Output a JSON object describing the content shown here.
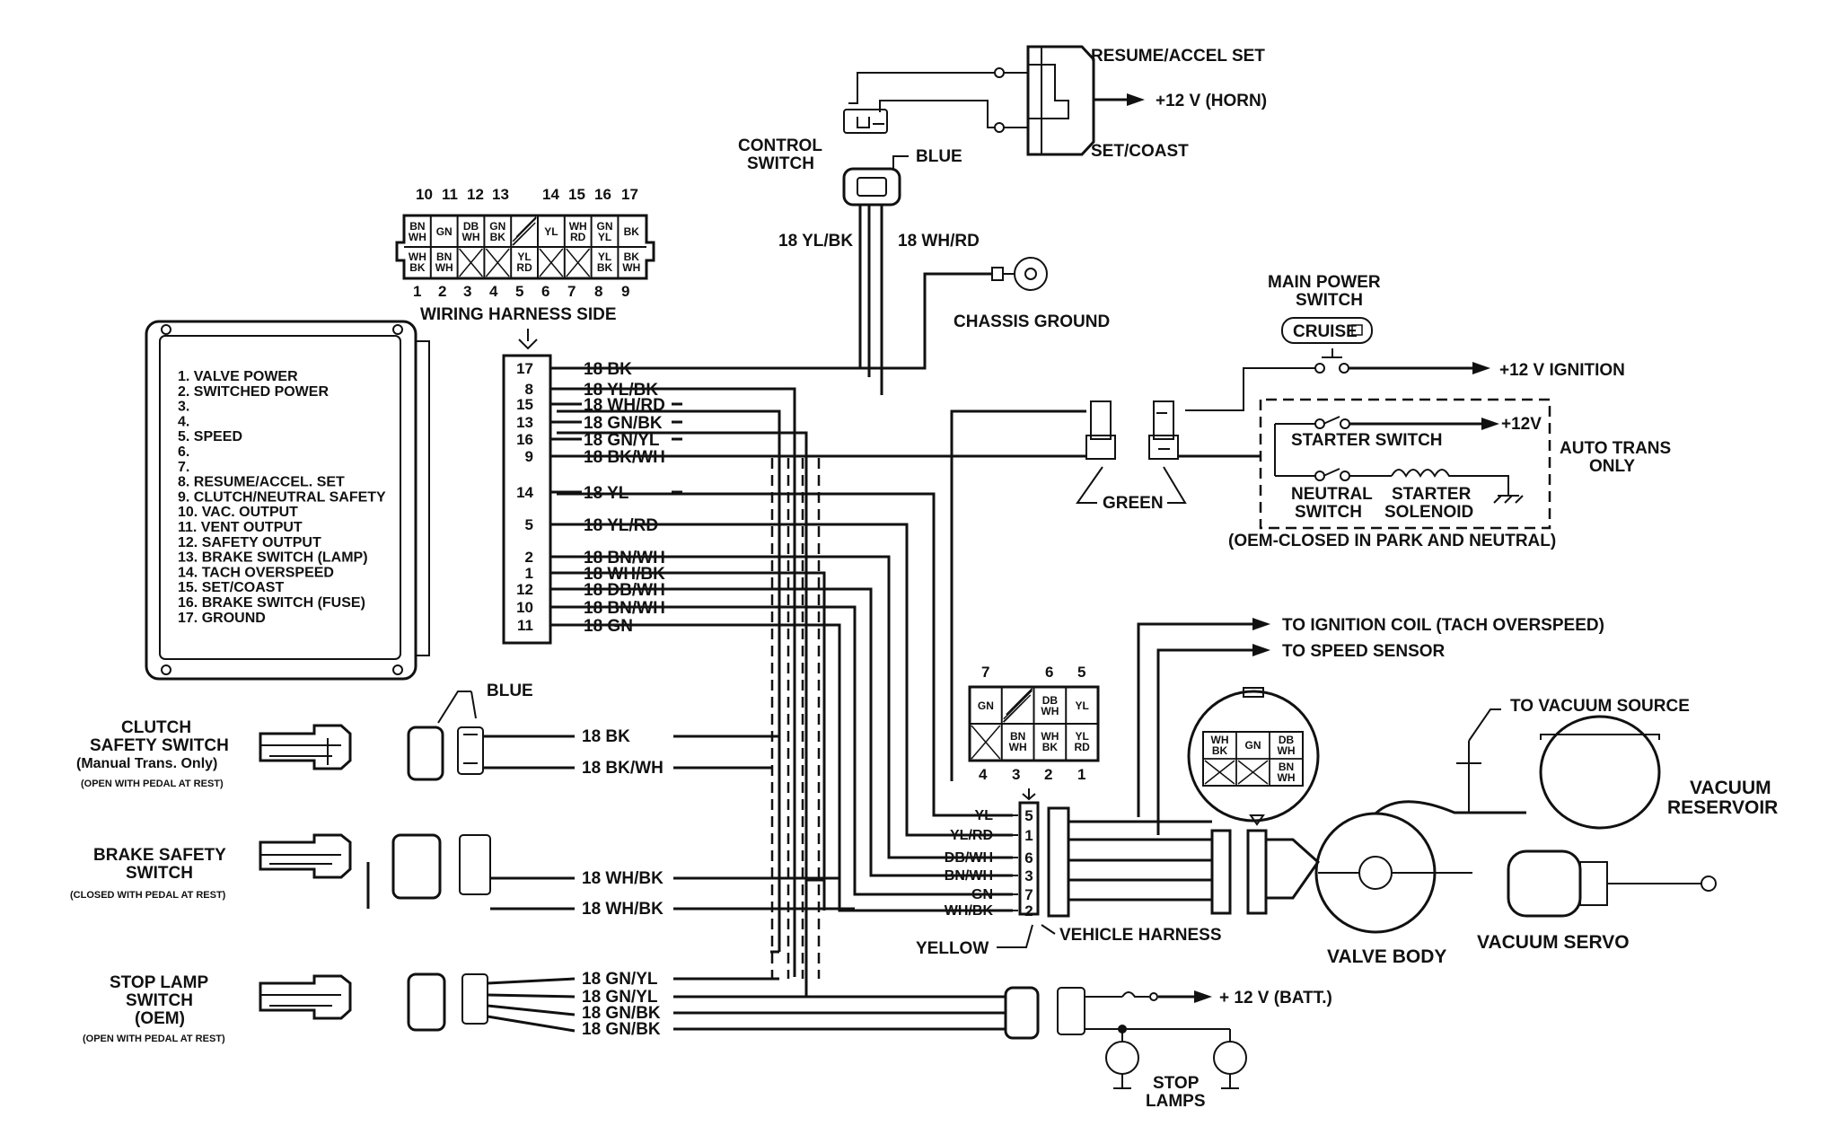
{
  "connector_top": {
    "top_pins": [
      "10",
      "11",
      "12",
      "13",
      "14",
      "15",
      "16",
      "17"
    ],
    "bottom_pins": [
      "1",
      "2",
      "3",
      "4",
      "5",
      "6",
      "7",
      "8",
      "9"
    ],
    "top_cells": [
      "BN WH",
      "GN",
      "DB WH",
      "GN BK",
      "",
      "YL",
      "WH RD",
      "GN YL",
      "BK"
    ],
    "bottom_cells": [
      "WH BK",
      "BN WH",
      "",
      "",
      "YL RD",
      "",
      "",
      "YL BK",
      "BK WH"
    ],
    "caption": "WIRING HARNESS SIDE"
  },
  "legend": {
    "items": [
      "1. VALVE POWER",
      "2. SWITCHED POWER",
      "3.",
      "4.",
      "5. SPEED",
      "6.",
      "7.",
      "8. RESUME/ACCEL. SET",
      "9. CLUTCH/NEUTRAL SAFETY",
      "10. VAC. OUTPUT",
      "11. VENT OUTPUT",
      "12. SAFETY OUTPUT",
      "13. BRAKE SWITCH (LAMP)",
      "14. TACH OVERSPEED",
      "15. SET/COAST",
      "16. BRAKE SWITCH (FUSE)",
      "17. GROUND"
    ]
  },
  "harness_pins": [
    {
      "pin": "17",
      "wire": "18 BK"
    },
    {
      "pin": "8",
      "wire": "18 YL/BK"
    },
    {
      "pin": "15",
      "wire": "18 WH/RD"
    },
    {
      "pin": "13",
      "wire": "18 GN/BK"
    },
    {
      "pin": "16",
      "wire": "18 GN/YL"
    },
    {
      "pin": "9",
      "wire": "18 BK/WH"
    },
    {
      "pin": "14",
      "wire": "18 YL"
    },
    {
      "pin": "5",
      "wire": "18 YL/RD"
    },
    {
      "pin": "2",
      "wire": "18 BN/WH"
    },
    {
      "pin": "1",
      "wire": "18 WH/BK"
    },
    {
      "pin": "12",
      "wire": "18 DB/WH"
    },
    {
      "pin": "10",
      "wire": "18 BN/WH"
    },
    {
      "pin": "11",
      "wire": "18 GN"
    }
  ],
  "control_switch": {
    "label_l1": "CONTROL",
    "label_l2": "SWITCH",
    "blue": "BLUE",
    "resume": "RESUME/ACCEL SET",
    "horn": "+12 V (HORN)",
    "set_coast": "SET/COAST",
    "wire_left": "18 YL/BK",
    "wire_right": "18 WH/RD"
  },
  "chassis_ground": "CHASSIS GROUND",
  "main_power": {
    "label_l1": "MAIN POWER",
    "label_l2": "SWITCH",
    "button": "CRUISE",
    "ignition": "+12 V IGNITION",
    "green": "GREEN"
  },
  "auto_trans": {
    "starter_switch": "STARTER SWITCH",
    "plus12": "+12V",
    "neutral_l1": "NEUTRAL",
    "neutral_l2": "SWITCH",
    "solenoid_l1": "STARTER",
    "solenoid_l2": "SOLENOID",
    "side_l1": "AUTO TRANS",
    "side_l2": "ONLY",
    "note": "(OEM-CLOSED IN PARK AND NEUTRAL)"
  },
  "outputs": {
    "ignition_coil": "TO IGNITION COIL  (TACH OVERSPEED)",
    "speed_sensor": "TO SPEED SENSOR"
  },
  "connector_mid": {
    "top_pins": [
      "7",
      "6",
      "5"
    ],
    "bottom_pins": [
      "4",
      "3",
      "2",
      "1"
    ],
    "top_cells": [
      "GN",
      "",
      "DB WH",
      "YL"
    ],
    "bottom_cells": [
      "",
      "BN WH",
      "WH BK",
      "YL RD"
    ]
  },
  "connector_round": {
    "cells": [
      "WH BK",
      "GN",
      "DB WH",
      "",
      "",
      "BN WH"
    ]
  },
  "vehicle_harness": {
    "wires": [
      {
        "label": "YL",
        "pin": "5"
      },
      {
        "label": "YL/RD",
        "pin": "1"
      },
      {
        "label": "DB/WH",
        "pin": "6"
      },
      {
        "label": "BN/WH",
        "pin": "3"
      },
      {
        "label": "GN",
        "pin": "7"
      },
      {
        "label": "WH/BK",
        "pin": "2"
      }
    ],
    "yellow": "YELLOW",
    "label": "VEHICLE HARNESS"
  },
  "vacuum": {
    "source": "TO VACUUM SOURCE",
    "reservoir_l1": "VACUUM",
    "reservoir_l2": "RESERVOIR",
    "valve_body": "VALVE BODY",
    "servo": "VACUUM SERVO"
  },
  "clutch": {
    "l1": "CLUTCH",
    "l2": "SAFETY SWITCH",
    "l3": "(Manual Trans. Only)",
    "note": "(OPEN WITH PEDAL AT REST)",
    "blue": "BLUE",
    "wire1": "18 BK",
    "wire2": "18 BK/WH"
  },
  "brake": {
    "l1": "BRAKE SAFETY",
    "l2": "SWITCH",
    "note": "(CLOSED WITH PEDAL AT REST)",
    "wire1": "18 WH/BK",
    "wire2": "18 WH/BK"
  },
  "stop_lamp": {
    "l1": "STOP LAMP",
    "l2": "SWITCH",
    "l3": "(OEM)",
    "note": "(OPEN WITH PEDAL AT REST)",
    "wires": [
      "18 GN/YL",
      "18 GN/YL",
      "18 GN/BK",
      "18 GN/BK"
    ],
    "batt": "+ 12 V (BATT.)",
    "lamps_l1": "STOP",
    "lamps_l2": "LAMPS"
  }
}
